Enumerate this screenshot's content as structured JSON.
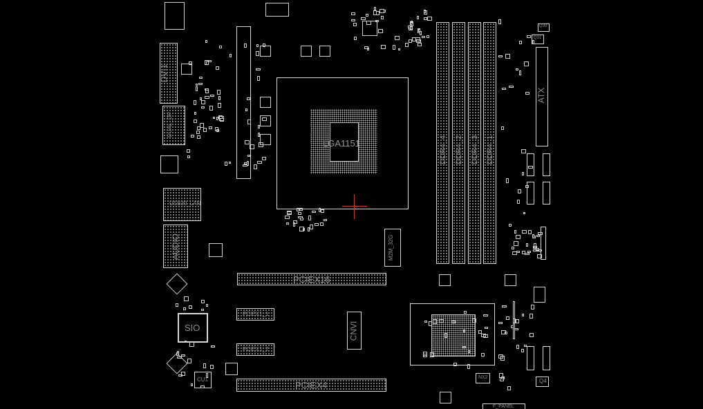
{
  "components": {
    "dvi": "DVI1",
    "dual_dp": "DUAL_DP",
    "usb_lan": "USB30_LAN",
    "audio": "AUDIO",
    "sio": "SIO",
    "cu1": "CU1",
    "cpu_socket": "LGA1151",
    "dimm4": "DDR4_4",
    "dimm2": "DDR4_2",
    "dimm3": "DDR4_3",
    "dimm1": "DDR4_1",
    "atx": "ATX",
    "pciex16": "PCIEX16",
    "pciex1_1": "PCIEX1_1",
    "pciex1_2": "PCIEX1_2",
    "pciex4": "PCIEX4",
    "cnvi": "CNVI",
    "m2": "M2M_32G",
    "nx2": "NX2",
    "q4": "Q4",
    "f_panel": "F_PANEL",
    "q30": "Q30",
    "q31": "Q31"
  },
  "colors": {
    "background": "#000000",
    "outline": "#d8d8d8",
    "cursor": "#c23a3a"
  }
}
